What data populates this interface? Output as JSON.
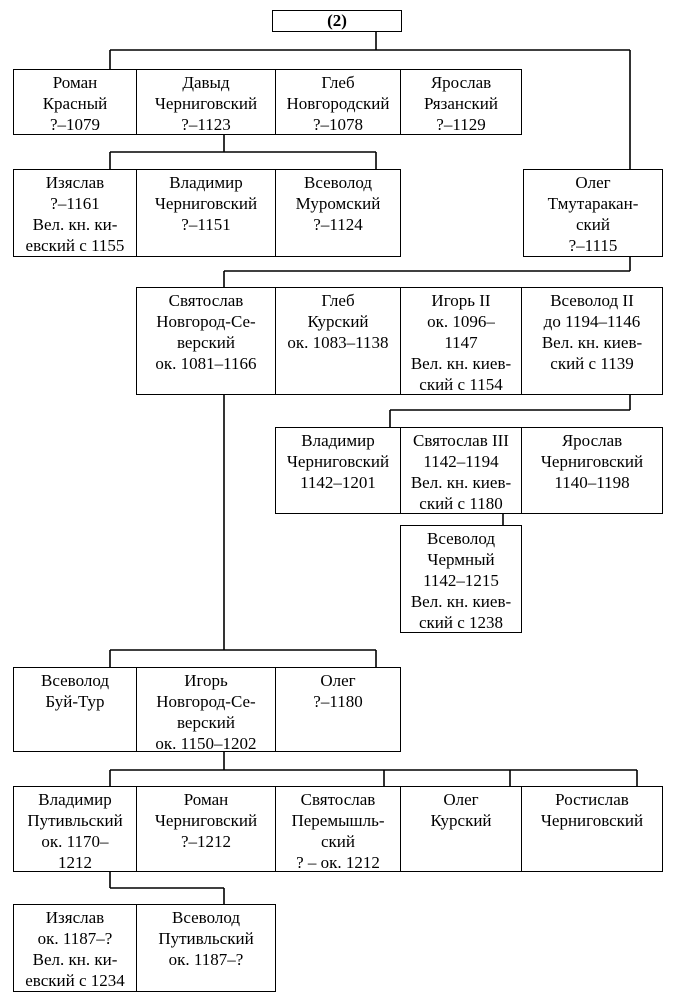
{
  "root": {
    "label": "(2)"
  },
  "people": {
    "roman_krasny": [
      "Роман",
      "Красный",
      "?–1079"
    ],
    "davyd": [
      "Давыд",
      "Черниговский",
      "?–1123"
    ],
    "gleb_novg": [
      "Глеб",
      "Новгородский",
      "?–1078"
    ],
    "yaroslav_ryaz": [
      "Ярослав",
      "Рязанский",
      "?–1129"
    ],
    "izyaslav_1": [
      "Изяслав",
      "?–1161",
      "Вел. кн. ки-",
      "евский с 1155"
    ],
    "vladimir_1": [
      "Владимир",
      "Черниговский",
      "?–1151"
    ],
    "vsevolod_murom": [
      "Всеволод",
      "Муромский",
      "?–1124"
    ],
    "oleg_tmut": [
      "Олег",
      "Тмутаракан-",
      "ский",
      "?–1115"
    ],
    "svyatoslav_ns": [
      "Святослав",
      "Новгород-Се-",
      "верский",
      "ок. 1081–1166"
    ],
    "gleb_kursk": [
      "Глеб",
      "Курский",
      "ок. 1083–1138"
    ],
    "igor_ii": [
      "Игорь II",
      "ок. 1096–",
      "1147",
      "Вел. кн. киев-",
      "ский с 1154"
    ],
    "vsevolod_ii": [
      "Всеволод II",
      "до 1194–1146",
      "Вел. кн. киев-",
      "ский с 1139"
    ],
    "vladimir_2": [
      "Владимир",
      "Черниговский",
      "1142–1201"
    ],
    "svyatoslav_iii": [
      "Святослав III",
      "1142–1194",
      "Вел. кн. киев-",
      "ский с 1180"
    ],
    "yaroslav_ch": [
      "Ярослав",
      "Черниговский",
      "1140–1198"
    ],
    "vsevolod_chermny": [
      "Всеволод",
      "Чермный",
      "1142–1215",
      "Вел. кн. киев-",
      "ский с 1238"
    ],
    "vsevolod_buy": [
      "Всеволод",
      "Буй-Тур"
    ],
    "igor_ns": [
      "Игорь",
      "Новгород-Се-",
      "верский",
      "ок. 1150–1202"
    ],
    "oleg_1180": [
      "Олег",
      "?–1180"
    ],
    "vladimir_put": [
      "Владимир",
      "Путивльский",
      "ок. 1170–",
      "1212"
    ],
    "roman_ch": [
      "Роман",
      "Черниговский",
      "?–1212"
    ],
    "svyatoslav_per": [
      "Святослав",
      "Перемышль-",
      "ский",
      "? – ок. 1212"
    ],
    "oleg_kursk": [
      "Олег",
      "Курский"
    ],
    "rostislav": [
      "Ростислав",
      "Черниговский"
    ],
    "izyaslav_2": [
      "Изяслав",
      "ок. 1187–?",
      "Вел. кн. ки-",
      "евский с 1234"
    ],
    "vsevolod_put": [
      "Всеволод",
      "Путивльский",
      "ок. 1187–?"
    ]
  }
}
